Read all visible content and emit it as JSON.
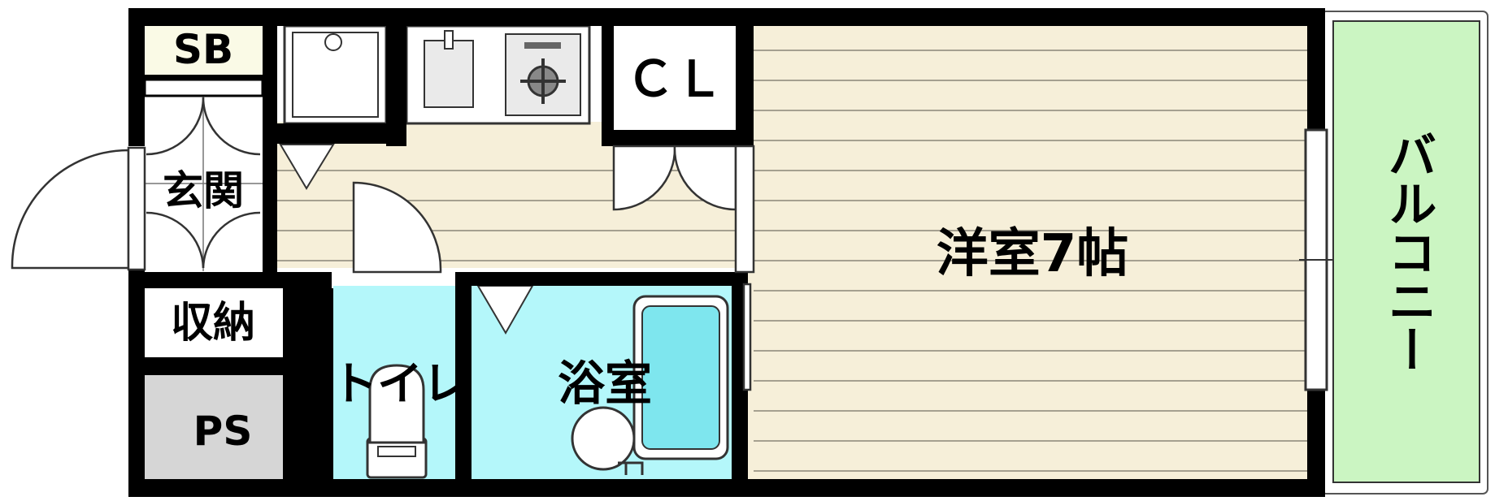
{
  "rooms": {
    "sb": "SB",
    "entrance": "玄関",
    "storage": "収納",
    "ps": "PS",
    "closet": "ＣＬ",
    "toilet": "トイレ",
    "bathroom": "浴室",
    "western_room": "洋室7帖",
    "balcony": "バルコニー"
  },
  "colors": {
    "wall": "#000000",
    "floor_wood": "#f6efd9",
    "floor_line": "#8a8678",
    "wet_area": "#b4f7fa",
    "balcony": "#cbf5c2",
    "ps_gray": "#d6d6d6",
    "sb_cream": "#fafae6",
    "bathtub": "#7ee6ee"
  }
}
